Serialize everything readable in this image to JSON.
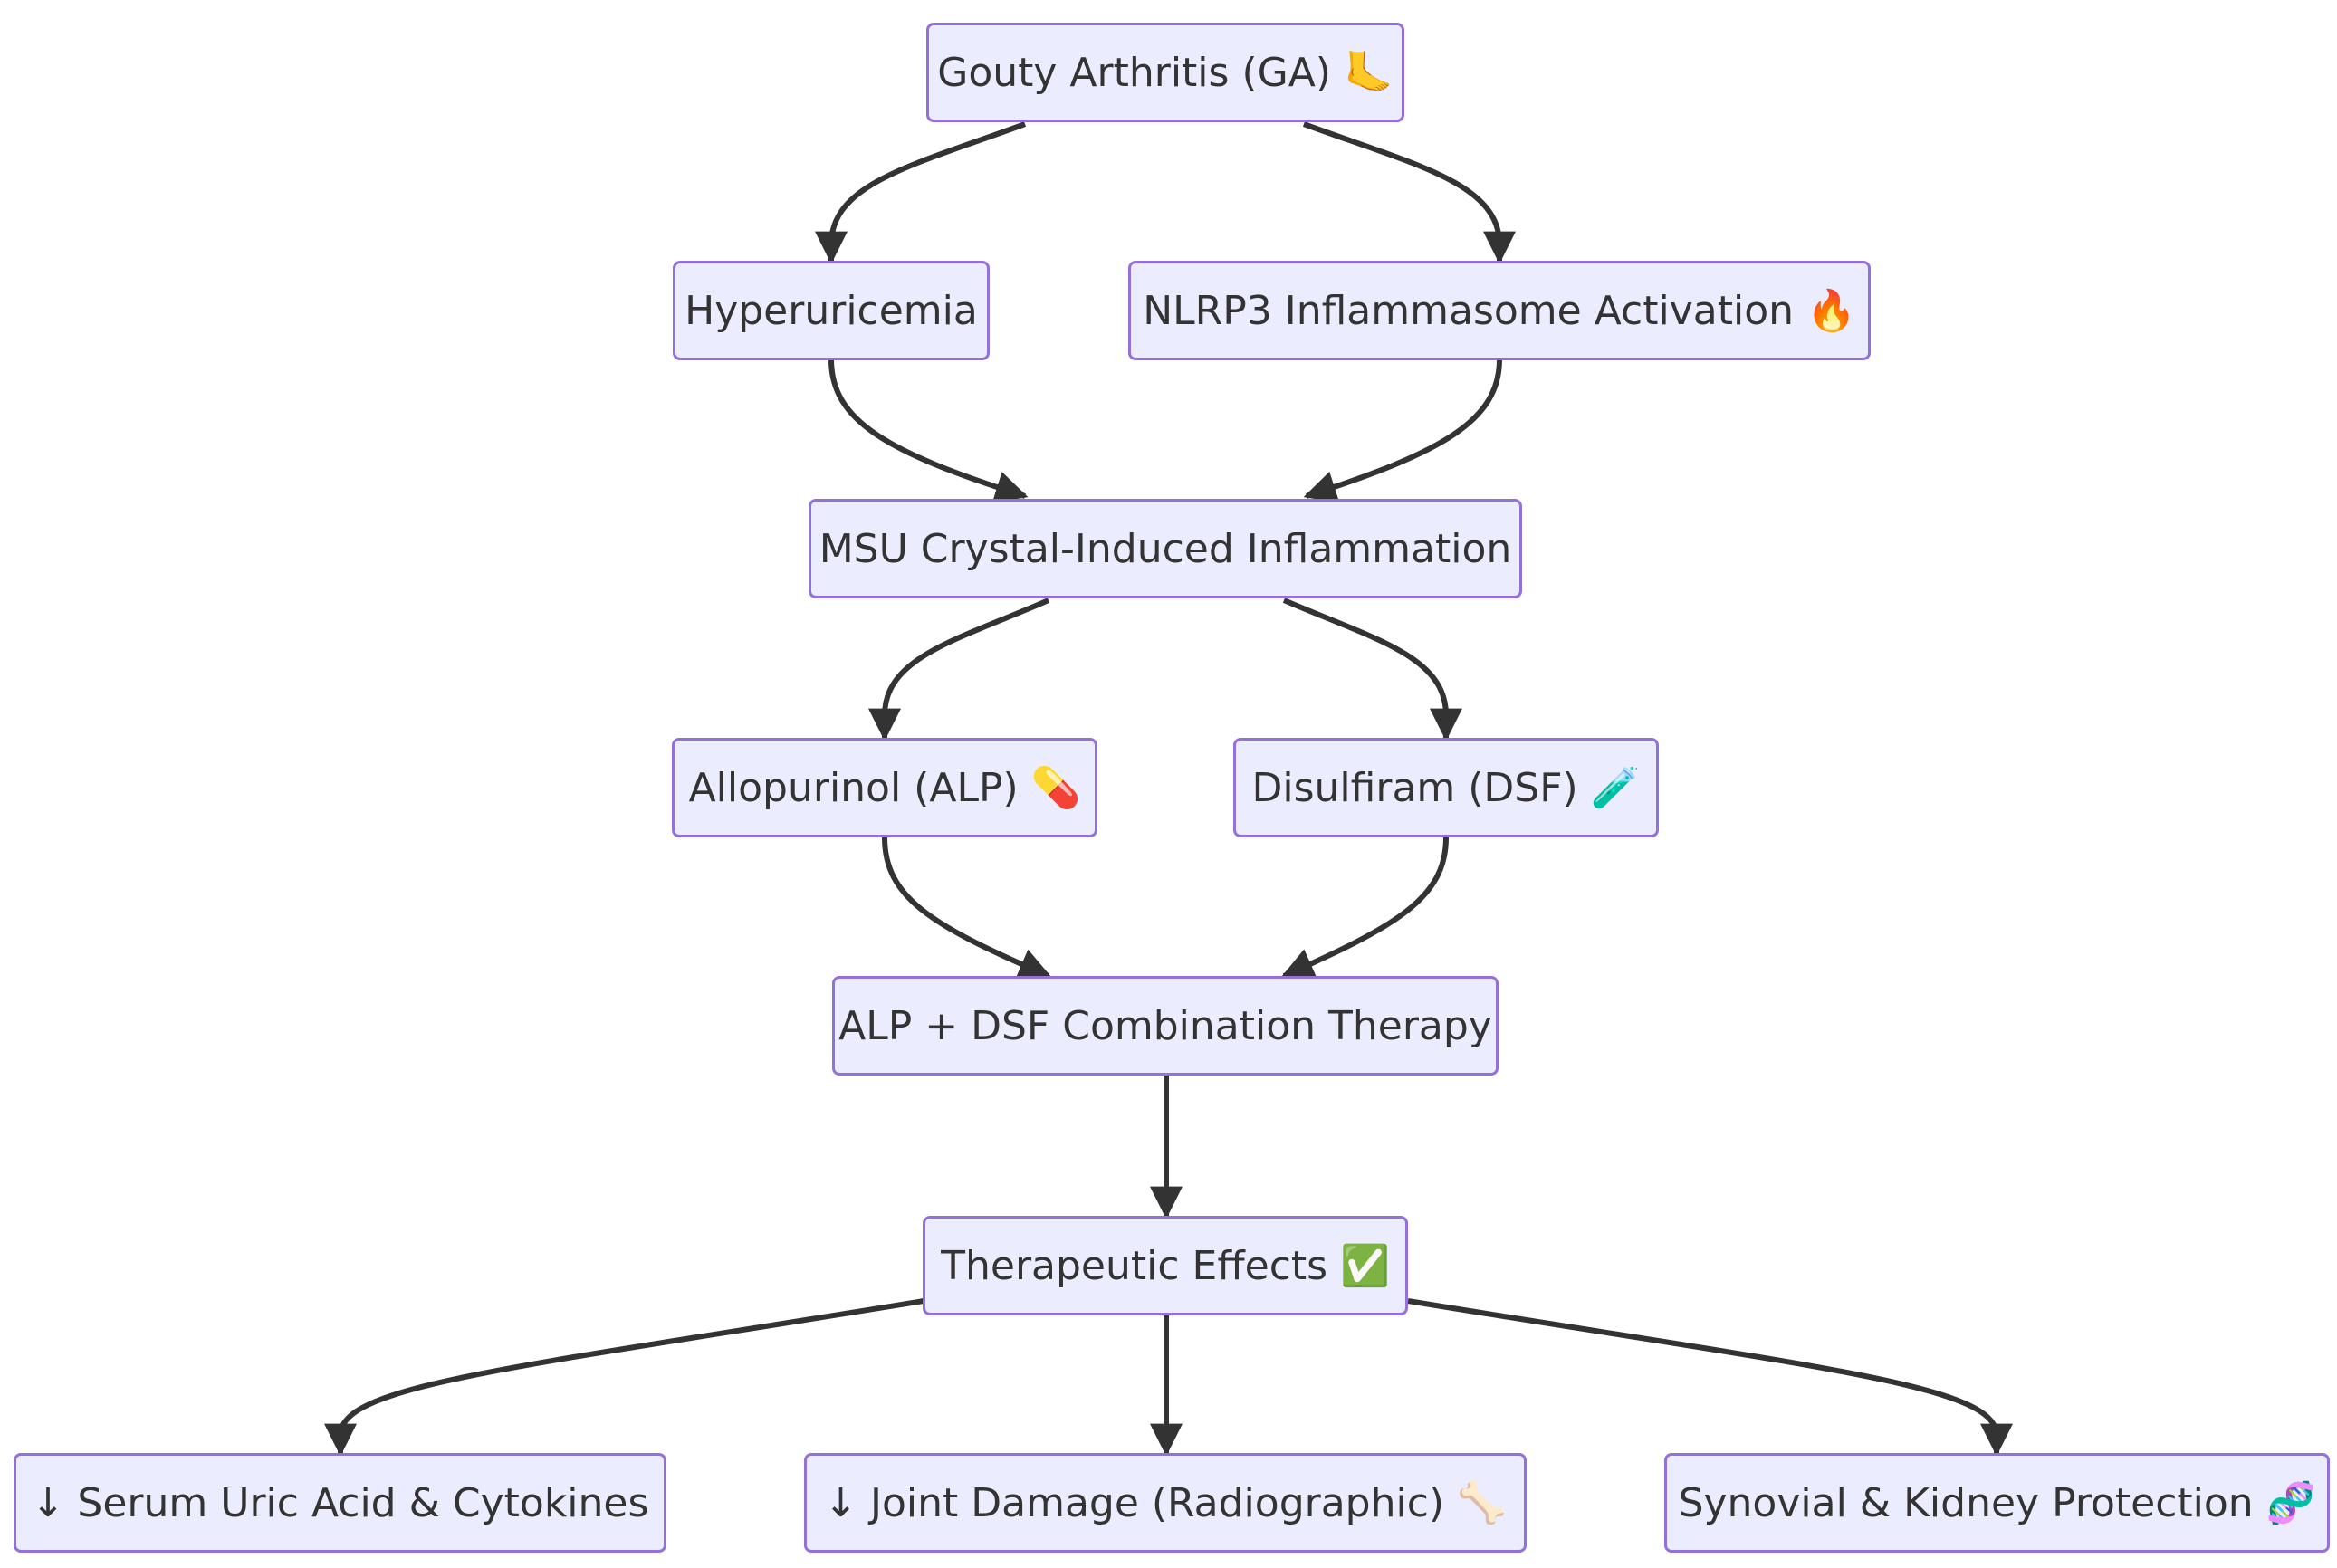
{
  "diagram": {
    "type": "flowchart",
    "direction": "top-down",
    "colors": {
      "node_fill": "#ECECFF",
      "node_border": "#9370DB",
      "edge": "#333333",
      "text": "#333333"
    },
    "nodes": {
      "ga": {
        "label": "Gouty Arthritis (GA) 🦶"
      },
      "hyper": {
        "label": "Hyperuricemia"
      },
      "nlrp3": {
        "label": "NLRP3 Inflammasome Activation 🔥"
      },
      "msu": {
        "label": "MSU Crystal-Induced Inflammation"
      },
      "alp": {
        "label": "Allopurinol (ALP) 💊"
      },
      "dsf": {
        "label": "Disulfiram (DSF) 🧪"
      },
      "combo": {
        "label": "ALP + DSF Combination Therapy"
      },
      "effects": {
        "label": "Therapeutic Effects ✅"
      },
      "serum": {
        "label": "↓ Serum Uric Acid & Cytokines"
      },
      "joint": {
        "label": "↓ Joint Damage (Radiographic) 🦴"
      },
      "synovial": {
        "label": "Synovial & Kidney Protection 🧬"
      }
    },
    "edges": [
      {
        "from": "ga",
        "to": "hyper"
      },
      {
        "from": "ga",
        "to": "nlrp3"
      },
      {
        "from": "hyper",
        "to": "msu"
      },
      {
        "from": "nlrp3",
        "to": "msu"
      },
      {
        "from": "msu",
        "to": "alp"
      },
      {
        "from": "msu",
        "to": "dsf"
      },
      {
        "from": "alp",
        "to": "combo"
      },
      {
        "from": "dsf",
        "to": "combo"
      },
      {
        "from": "combo",
        "to": "effects"
      },
      {
        "from": "effects",
        "to": "serum"
      },
      {
        "from": "effects",
        "to": "joint"
      },
      {
        "from": "effects",
        "to": "synovial"
      }
    ]
  }
}
